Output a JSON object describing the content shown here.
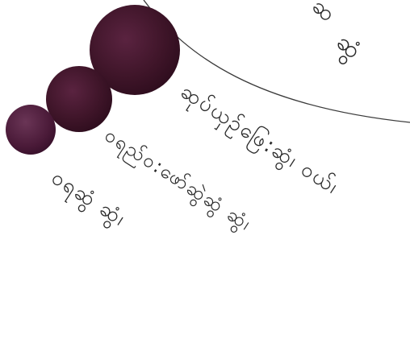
{
  "colors": {
    "background": "#ffffff",
    "ink": "#2a2a2a",
    "berry_dark": "#3b1326",
    "berry_mid": "#4a1a31",
    "berry_light": "#6a3a55"
  },
  "text_lines": [
    "ဆ",
    "ဆွံ",
    "ဆုပ်ယှဉ်ဖြေ:ဆွံ၊ ဝယ်၊",
    "ဝရည်ဝ:ဖော်ဆွဲဆွံ ဆွံ၊",
    "ဝရဆွံ ဆွံ၊"
  ]
}
